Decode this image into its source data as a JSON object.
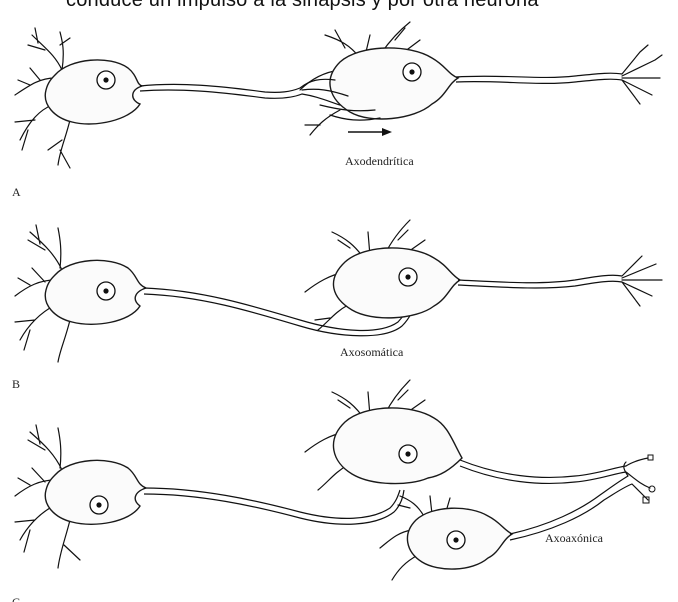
{
  "top_caption": "conduce un impulso a la sinapsis y por otra neurona",
  "panels": [
    {
      "letter": "A",
      "synapse_label": "Axodendrítica"
    },
    {
      "letter": "B",
      "synapse_label": "Axosomática"
    },
    {
      "letter": "C",
      "synapse_label": "Axoaxónica"
    }
  ]
}
